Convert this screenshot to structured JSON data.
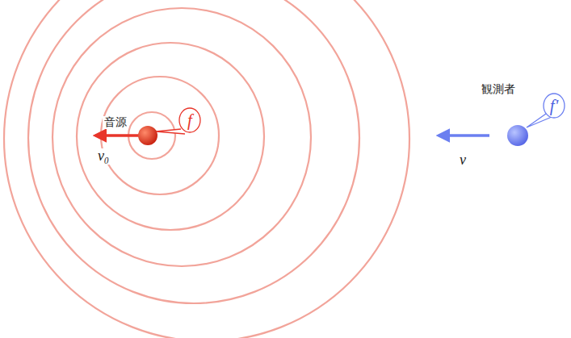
{
  "diagram": {
    "nodes": [
      {
        "text": [
          "f"
        ]
      },
      {
        "text": [
          "f'"
        ]
      }
    ],
    "labels": [
      "音源",
      "v₀",
      "観測者",
      "v"
    ]
  }
}
